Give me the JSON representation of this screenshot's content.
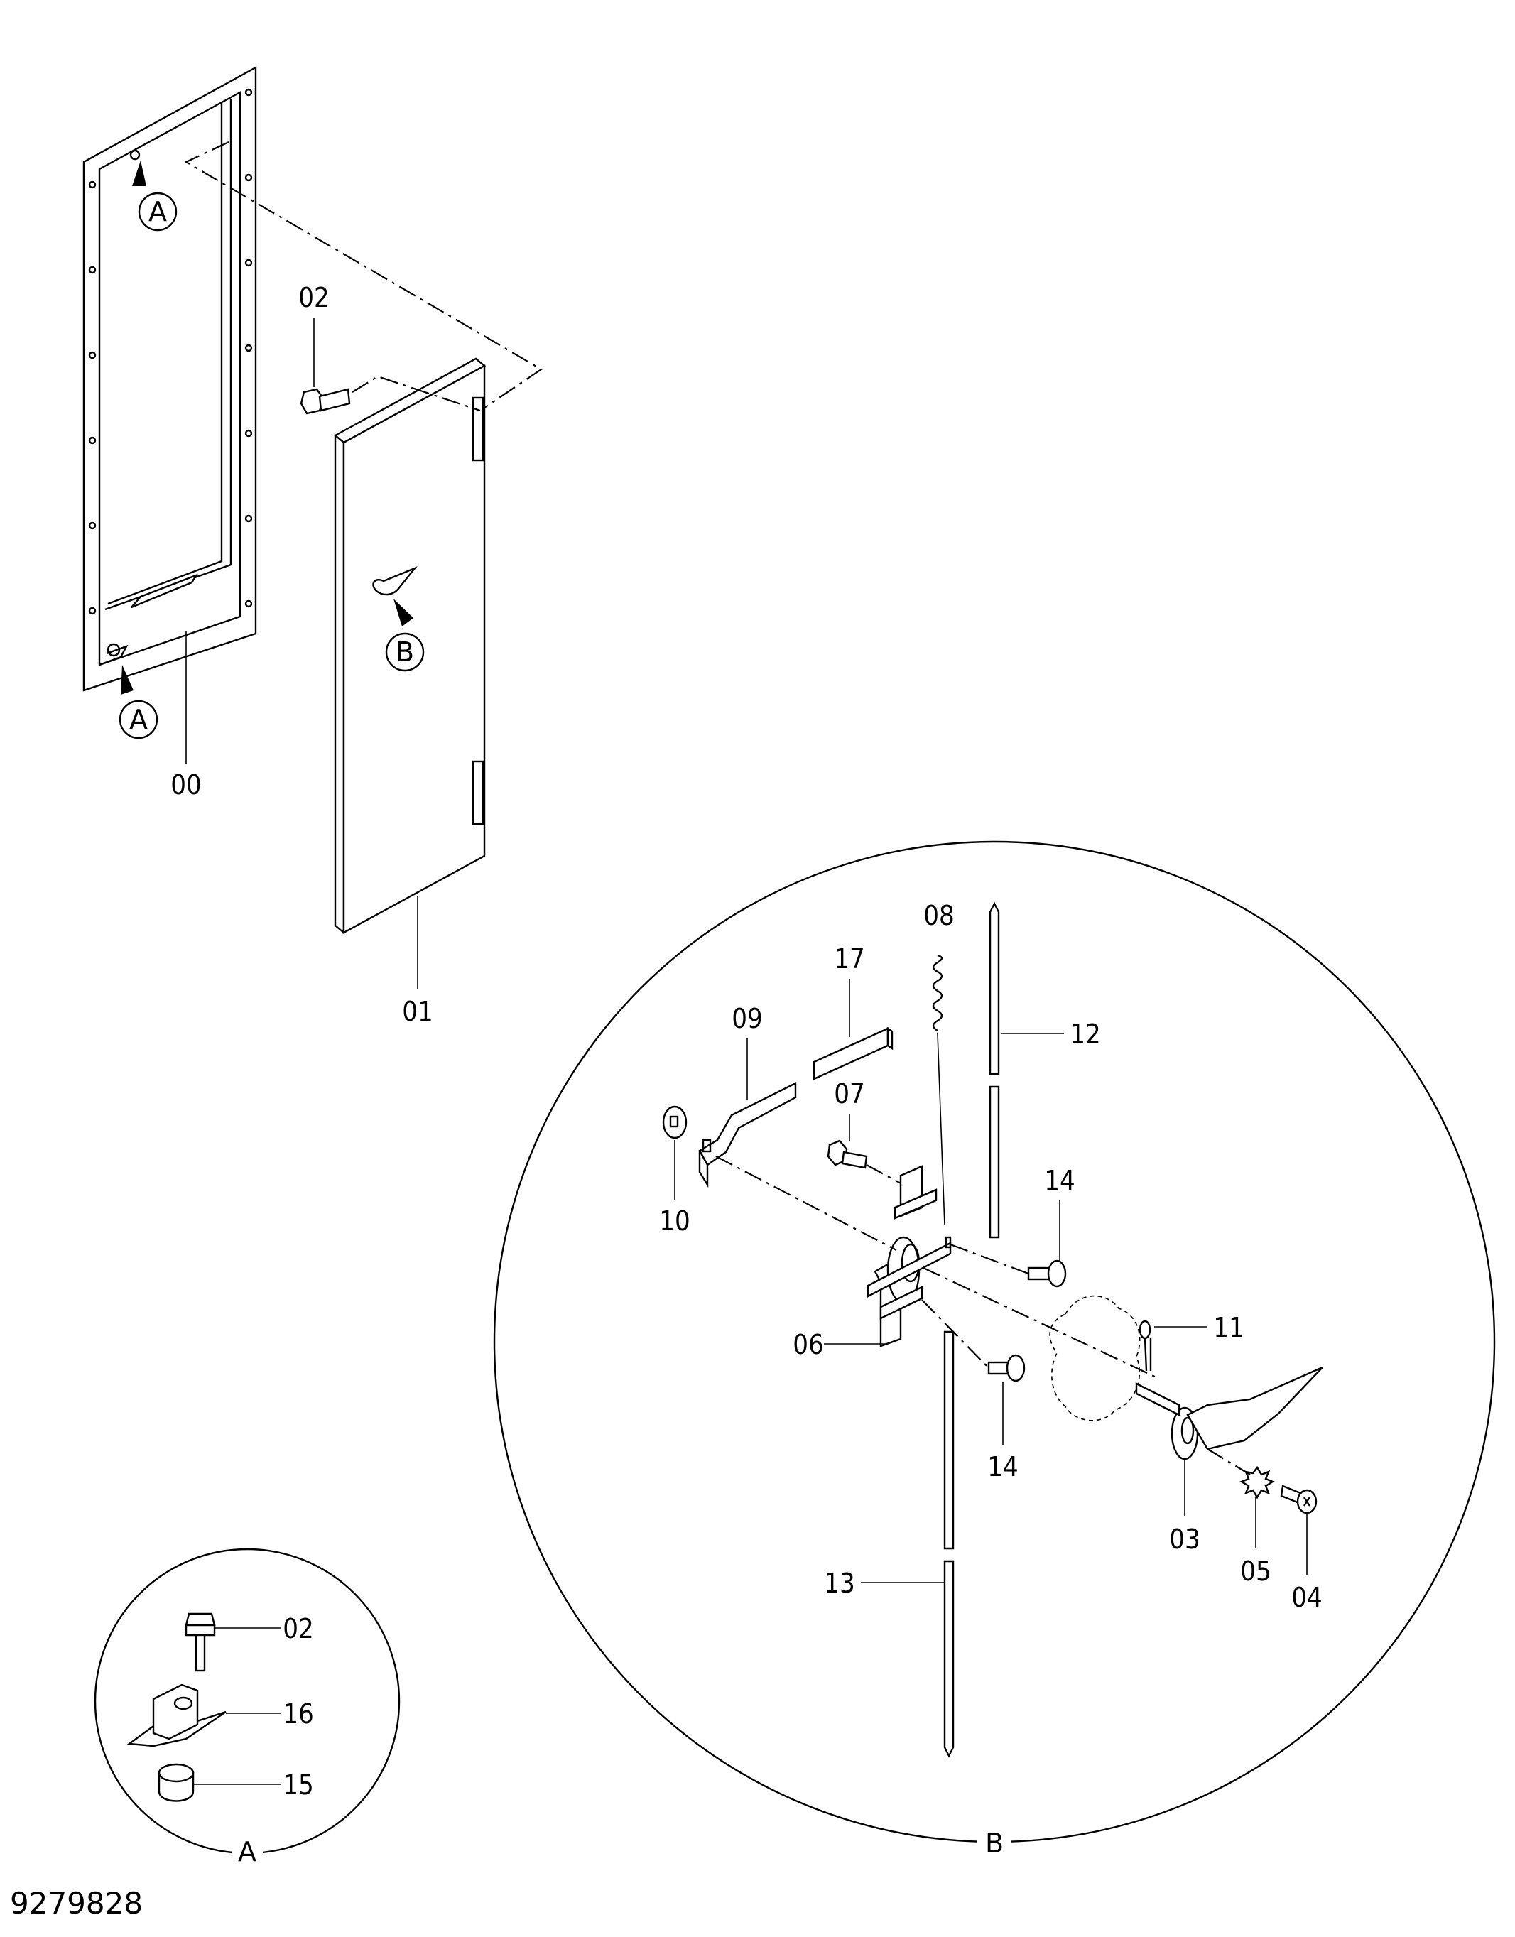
{
  "diagram": {
    "drawing_number": "9279828",
    "detail_labels": {
      "a": "A",
      "b": "B"
    },
    "part_numbers": {
      "p00": "00",
      "p01": "01",
      "p02": "02",
      "p03": "03",
      "p04": "04",
      "p05": "05",
      "p06": "06",
      "p07": "07",
      "p08": "08",
      "p09": "09",
      "p10": "10",
      "p11": "11",
      "p12": "12",
      "p13": "13",
      "p14": "14",
      "p15": "15",
      "p16": "16",
      "p17": "17"
    }
  }
}
